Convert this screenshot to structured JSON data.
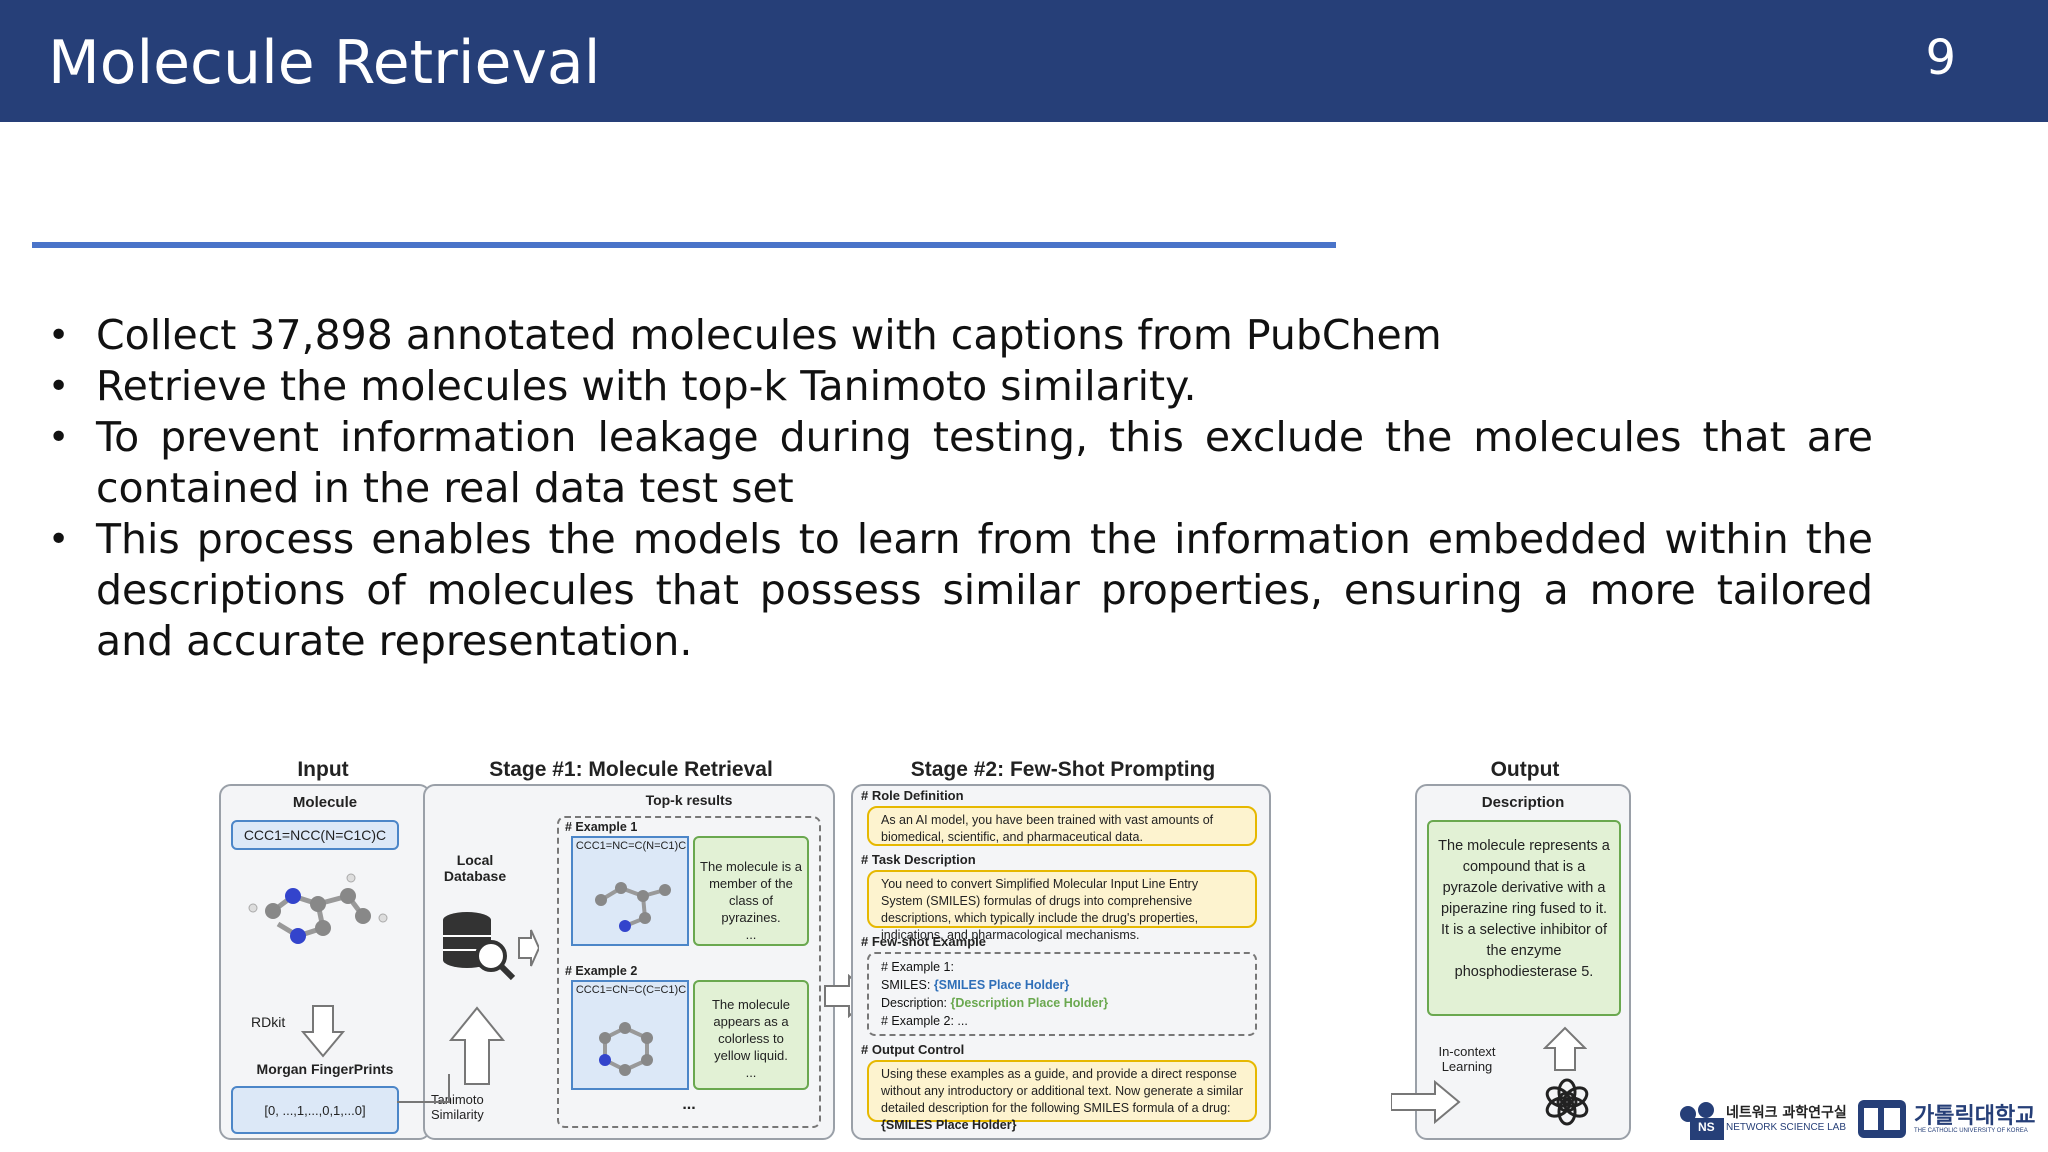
{
  "slide": {
    "title": "Molecule Retrieval",
    "page_number": "9"
  },
  "bullets": [
    "Collect 37,898 annotated molecules with captions from PubChem",
    "Retrieve the molecules with top-k Tanimoto similarity.",
    "To prevent information leakage during testing, this exclude the molecules that are contained in the real data test set",
    "This process enables the models to learn from the information embedded within the descriptions of molecules that possess similar properties, ensuring a more tailored and accurate representation."
  ],
  "bullet_glyph": "•",
  "figure": {
    "input": {
      "title": "Input",
      "molecule_label": "Molecule",
      "smiles": "CCC1=NCC(N=C1C)C",
      "rdkit": "RDkit",
      "fingerprints_label": "Morgan FingerPrints",
      "fingerprint_value": "[0, ...,1,...,0,1,...0]"
    },
    "stage1": {
      "title": "Stage #1: Molecule Retrieval",
      "local_db": "Local Database",
      "tanimoto": "Tanimoto Similarity",
      "topk": "Top-k results",
      "ex1_label": "# Example 1",
      "ex1_smiles": "CCC1=NC=C(N=C1)C",
      "ex1_desc": "The molecule is a member of the class of pyrazines.",
      "ex2_label": "# Example 2",
      "ex2_smiles": "CCC1=CN=C(C=C1)C",
      "ex2_desc": "The molecule appears as a colorless to yellow liquid.",
      "ellipsis": "..."
    },
    "stage2": {
      "title": "Stage #2: Few-Shot Prompting",
      "role_label": "# Role Definition",
      "role_text": "As an AI model, you have been trained with vast amounts of biomedical, scientific, and pharmaceutical data.",
      "task_label": "# Task Description",
      "task_text": "You need to convert Simplified Molecular Input Line Entry System (SMILES) formulas of drugs into comprehensive descriptions, which typically include the drug's properties, indications, and pharmacological mechanisms.",
      "fewshot_label": "# Few-shot Example",
      "fs_line1": "# Example 1:",
      "fs_smiles_key": "SMILES:",
      "fs_smiles_val": "{SMILES Place Holder}",
      "fs_desc_key": "Description:",
      "fs_desc_val": "{Description Place Holder}",
      "fs_line4": "# Example 2: ...",
      "output_label": "# Output Control",
      "output_text_a": "Using these examples as a guide, and provide a direct response without any introductory or additional text. Now generate a similar detailed description for the following SMILES formula of a drug:",
      "output_text_b": "{SMILES Place Holder}"
    },
    "output": {
      "title": "Output",
      "desc_label": "Description",
      "desc_text": "The molecule represents a compound that is a pyrazole derivative with a piperazine ring fused to it. It is a selective inhibitor of the enzyme phosphodiesterase 5.",
      "icl": "In-context Learning"
    }
  },
  "logos": {
    "lab_kr": "네트워크 과학연구실",
    "lab_en": "NETWORK SCIENCE LAB",
    "lab_mark": "NS",
    "uni_kr": "가톨릭대학교",
    "uni_en": "THE CATHOLIC UNIVERSITY OF KOREA"
  },
  "colors": {
    "header": "#263f78",
    "rule": "#4a74c9"
  }
}
